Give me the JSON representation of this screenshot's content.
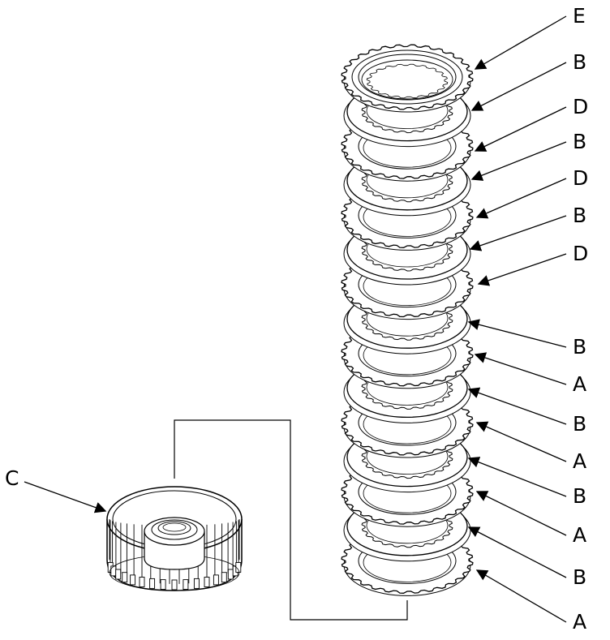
{
  "callouts": [
    {
      "label": "E"
    },
    {
      "label": "B"
    },
    {
      "label": "D"
    },
    {
      "label": "B"
    },
    {
      "label": "D"
    },
    {
      "label": "B"
    },
    {
      "label": "D"
    },
    {
      "label": "B"
    },
    {
      "label": "A"
    },
    {
      "label": "B"
    },
    {
      "label": "A"
    },
    {
      "label": "B"
    },
    {
      "label": "A"
    },
    {
      "label": "B"
    },
    {
      "label": "A"
    }
  ],
  "drum_label": "C"
}
